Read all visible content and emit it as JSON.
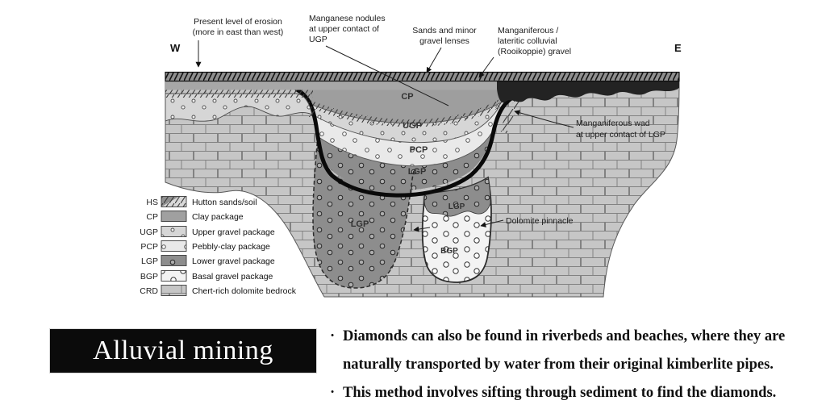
{
  "slide": {
    "compass": {
      "west": "W",
      "east": "E"
    },
    "callouts": {
      "erosion_line1": "Present level of erosion",
      "erosion_line2": "(more in east than west)",
      "nodules_line1": "Manganese nodules",
      "nodules_line2": "at upper contact of",
      "nodules_line3": "UGP",
      "sands_line1": "Sands and minor",
      "sands_line2": "gravel lenses",
      "colluvial_line1": "Manganiferous /",
      "colluvial_line2": "lateritic colluvial",
      "colluvial_line3": "(Rooikoppie) gravel",
      "wad_line1": "Manganiferous wad",
      "wad_line2": "at upper contact of LGP",
      "pinnacle": "Dolomite pinnacle"
    },
    "layer_labels": {
      "cp": "CP",
      "ugp": "UGP",
      "pcp": "PCP",
      "lgp": "LGP",
      "lgp_deep": "LGP",
      "lgp_channel": "LGP",
      "bgp": "BGP"
    },
    "legend": {
      "items": [
        {
          "code": "HS",
          "label": "Hutton sands/soil"
        },
        {
          "code": "CP",
          "label": "Clay package"
        },
        {
          "code": "UGP",
          "label": "Upper gravel package"
        },
        {
          "code": "PCP",
          "label": "Pebbly-clay package"
        },
        {
          "code": "LGP",
          "label": "Lower gravel package"
        },
        {
          "code": "BGP",
          "label": "Basal gravel package"
        },
        {
          "code": "CRD",
          "label": "Chert-rich dolomite bedrock"
        }
      ]
    },
    "footer": {
      "title": "Alluvial mining",
      "bullets": [
        "Diamonds can also be found in riverbeds and beaches, where they are naturally transported by water from their original kimberlite pipes.",
        "This method involves sifting through sediment to find the diamonds."
      ]
    },
    "colors": {
      "clay_package": "#9e9e9e",
      "upper_gravel": "#d6d6d6",
      "pebbly_clay": "#e9e9e9",
      "lower_gravel": "#8d8d8d",
      "basal_gravel": "#f3f3f3",
      "bedrock": "#c6c6c6",
      "surface_band": "#8f8f8f",
      "title_bg": "#0b0b0b",
      "title_fg": "#ffffff"
    }
  }
}
